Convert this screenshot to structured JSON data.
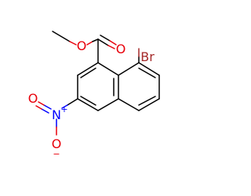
{
  "molecule": {
    "atom_labels": {
      "ester_o": "O",
      "carbonyl_o": "O",
      "bromine": "Br",
      "nitrogen": "N",
      "nitrogen_charge": "+",
      "nitro_o_top": "O",
      "nitro_o_bottom": "O",
      "nitro_o_charge": "−"
    },
    "colors": {
      "bond": "#000000",
      "oxygen": "#e8000b",
      "nitrogen": "#0000ff",
      "bromine": "#a52a2a"
    }
  }
}
